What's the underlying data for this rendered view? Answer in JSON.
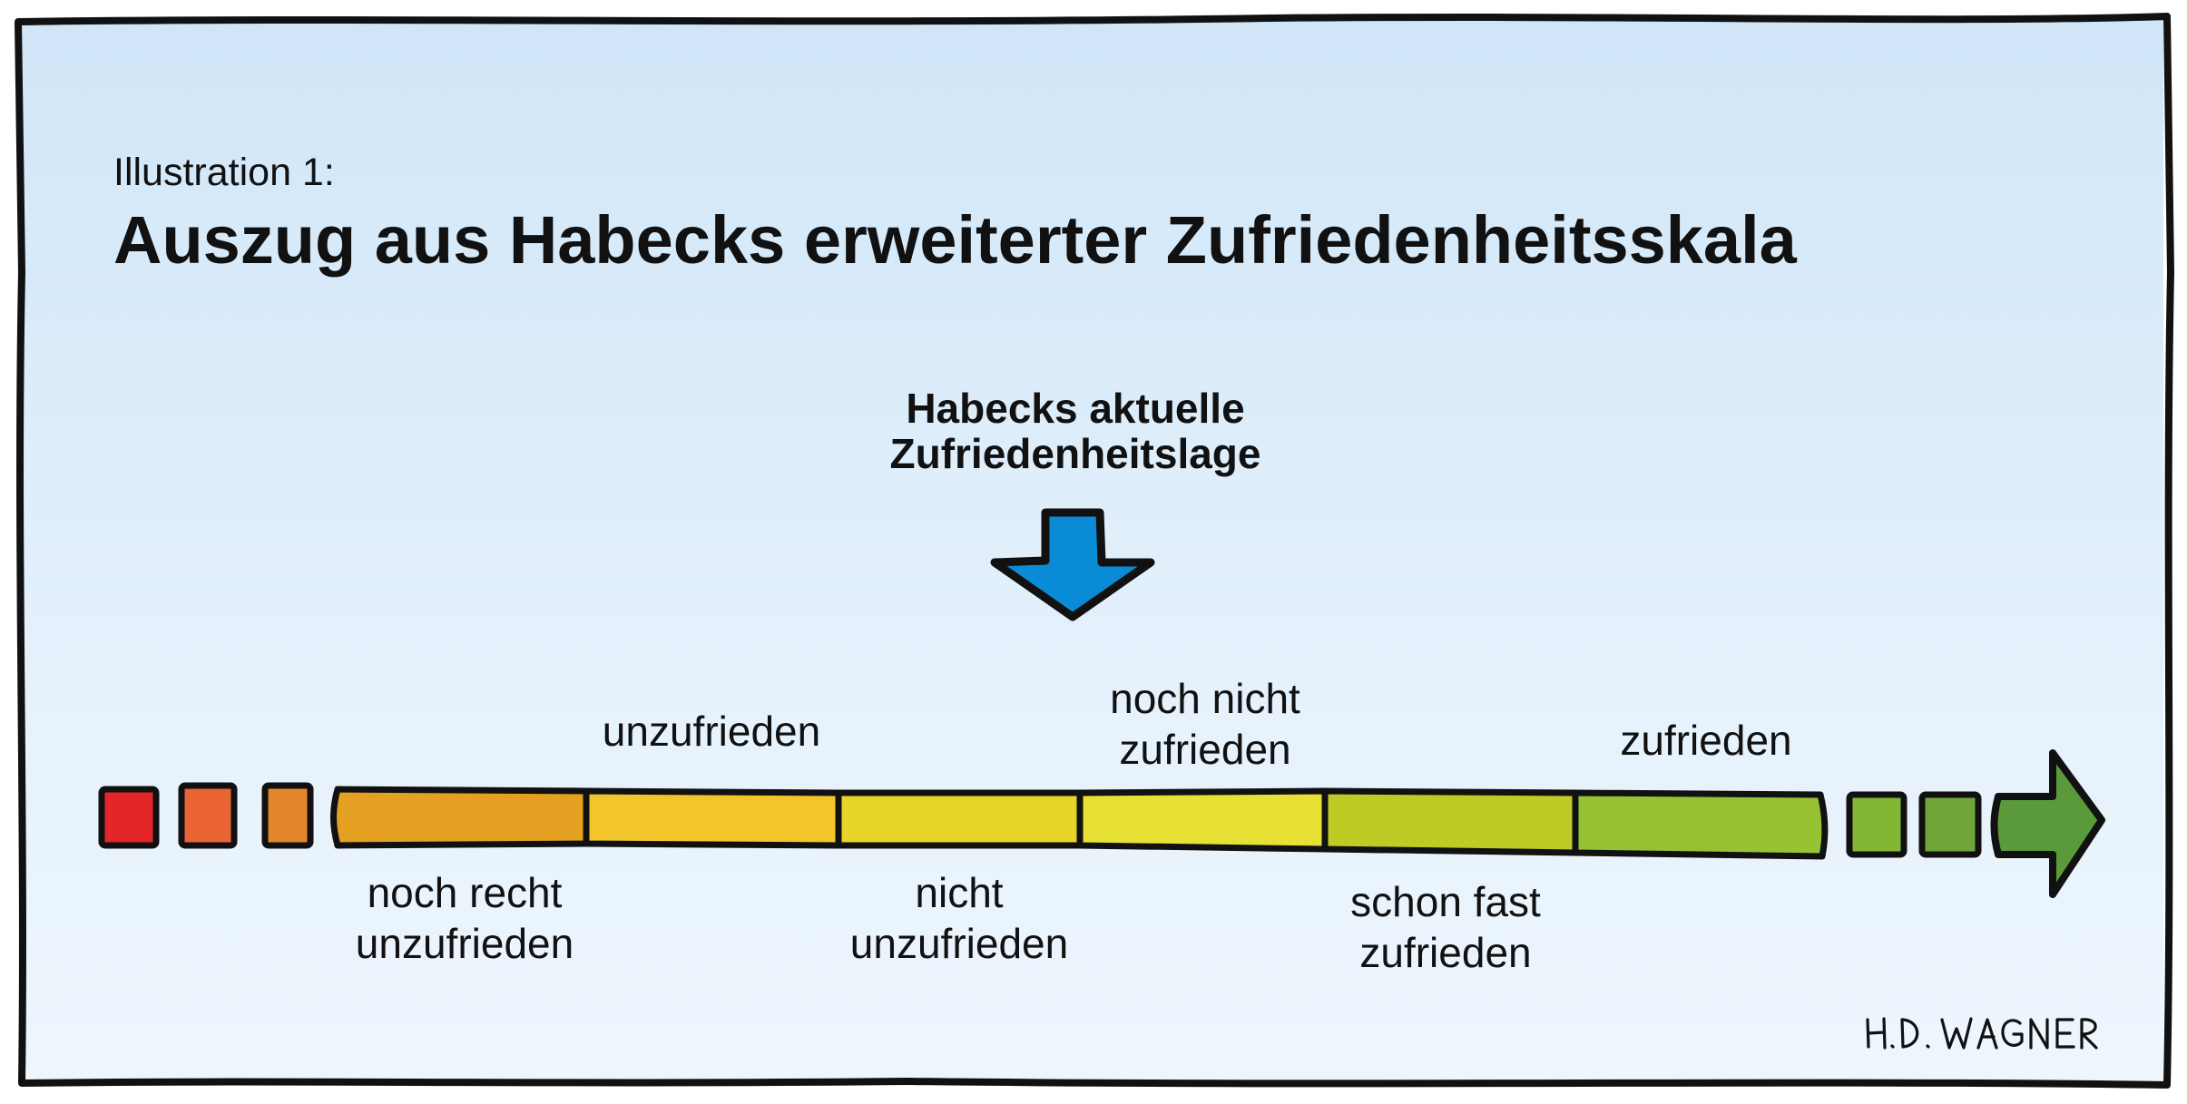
{
  "figure": {
    "subtitle": "Illustration 1:",
    "title": "Auszug aus Habecks erweiterter Zufriedenheitsskala",
    "signature": "H.D. WAGNER"
  },
  "indicator": {
    "label": "Habecks aktuelle Zufriedenheitslage",
    "color": "#0a8bd6"
  },
  "scale": {
    "levels": [
      {
        "label": "noch recht unzufrieden",
        "line1": "noch recht",
        "line2": "unzufrieden",
        "color": "#e3a021"
      },
      {
        "label": "unzufrieden",
        "line1": "unzufrieden",
        "color": "#f2c62a"
      },
      {
        "label": "nicht unzufrieden",
        "line1": "nicht",
        "line2": "unzufrieden",
        "color": "#e7d529"
      },
      {
        "label": "noch nicht zufrieden",
        "line1": "noch nicht",
        "line2": "zufrieden",
        "color": "#e8e135"
      },
      {
        "label": "schon fast zufrieden",
        "line1": "schon fast",
        "line2": "zufrieden",
        "color": "#bfcb25"
      },
      {
        "label": "zufrieden",
        "line1": "zufrieden",
        "color": "#97c233"
      }
    ],
    "left_tail_colors": [
      "#e42628",
      "#ea6434",
      "#e3872d"
    ],
    "right_tail_colors": [
      "#84b636",
      "#6ea63a",
      "#5a9a3a"
    ]
  }
}
